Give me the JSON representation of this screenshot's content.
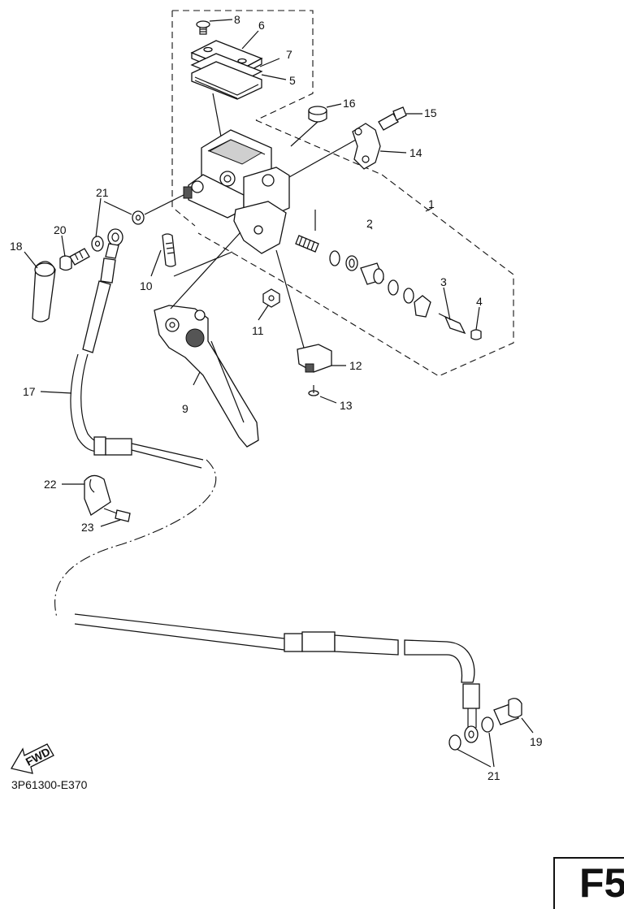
{
  "diagram": {
    "code": "3P61300-E370",
    "fwd_label": "FWD",
    "page_badge": "F5",
    "callouts": {
      "c1": "1",
      "c2": "2",
      "c3": "3",
      "c4": "4",
      "c5": "5",
      "c6": "6",
      "c7": "7",
      "c8": "8",
      "c9": "9",
      "c10": "10",
      "c11": "11",
      "c12": "12",
      "c13": "13",
      "c14": "14",
      "c15": "15",
      "c16": "16",
      "c17": "17",
      "c18": "18",
      "c19": "19",
      "c20": "20",
      "c21a": "21",
      "c21b": "21",
      "c22": "22",
      "c23": "23"
    }
  }
}
